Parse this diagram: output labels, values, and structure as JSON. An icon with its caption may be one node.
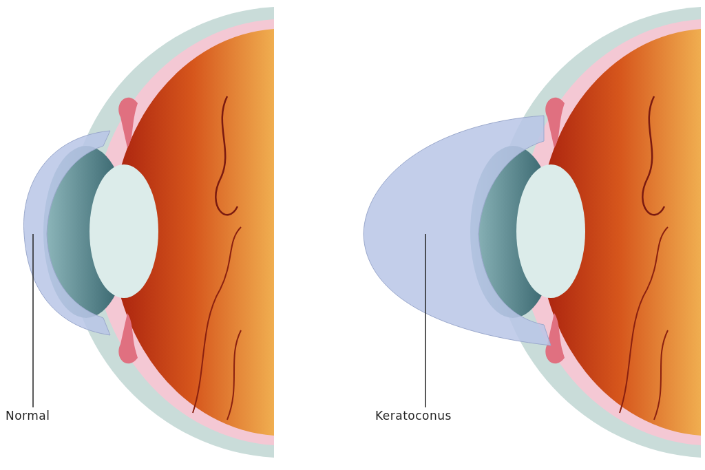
{
  "diagram": {
    "nodes": [
      {
        "text": [
          "Normal"
        ]
      },
      {
        "text": [],
        "shape": "picture"
      },
      {
        "text": [
          "Keratoconus"
        ]
      },
      {
        "text": [],
        "shape": "picture"
      }
    ],
    "edges": [
      {
        "from": 0,
        "to": 1,
        "arrow": "none"
      },
      {
        "from": 2,
        "to": 3,
        "arrow": "none"
      }
    ]
  }
}
